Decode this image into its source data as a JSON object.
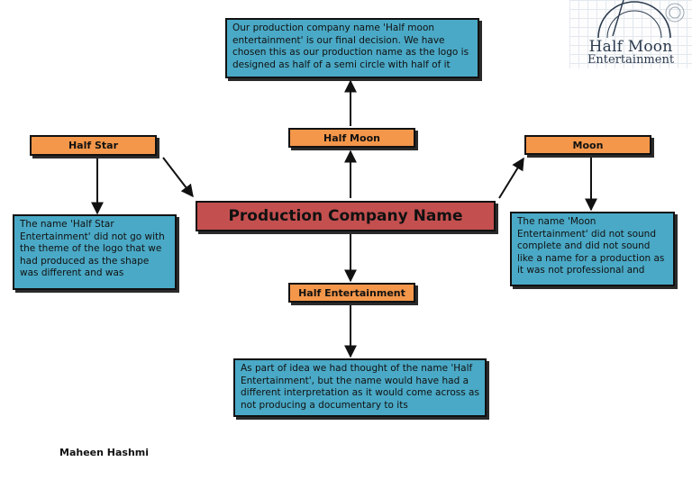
{
  "center": {
    "label": "Production Company Name"
  },
  "nodes": {
    "half_moon": {
      "label": "Half Moon",
      "description": "Our production company name 'Half moon entertainment' is our final decision. We have chosen this as our production name as the logo is designed as half of a semi circle with half of it"
    },
    "half_star": {
      "label": "Half Star",
      "description": "The name 'Half Star Entertainment' did not go with the theme of the logo that we had produced as the shape was different and was"
    },
    "moon": {
      "label": "Moon",
      "description": "The name 'Moon Entertainment' did not sound complete and did not sound like a name for a production as it was not professional and"
    },
    "half_entertainment": {
      "label": "Half Entertainment",
      "description": "As part of idea we had thought of the name 'Half Entertainment', but the name would have had a different interpretation as it would come across as not producing a documentary to its"
    }
  },
  "logo": {
    "line1": "Half Moon",
    "line2": "Entertainment"
  },
  "author": "Maheen Hashmi",
  "colors": {
    "center_fill": "#c44f4f",
    "label_fill": "#f4974a",
    "description_fill": "#4aa9c6",
    "border": "#111111"
  }
}
